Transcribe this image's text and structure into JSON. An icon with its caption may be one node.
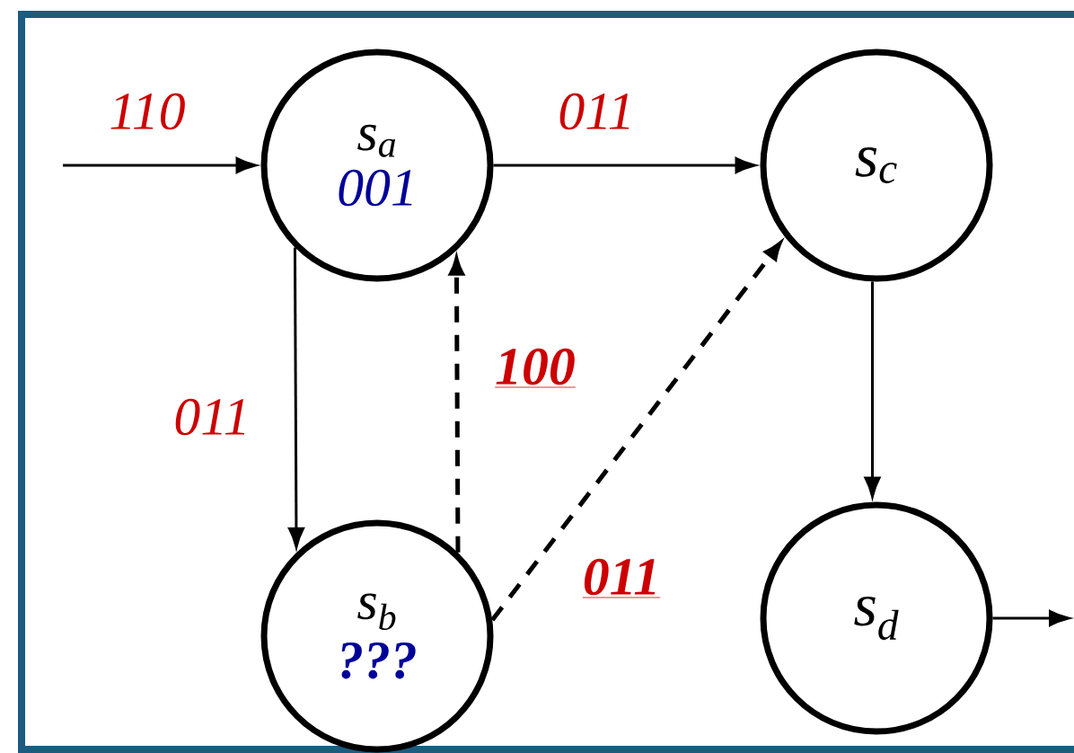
{
  "diagram": {
    "nodes": [
      {
        "text": [
          "s$_{a}$",
          "001"
        ]
      },
      {
        "text": [
          "s$_{c}$"
        ]
      },
      {
        "text": [
          "s$_{b}$",
          "???"
        ]
      },
      {
        "text": [
          "s$_{d}$"
        ]
      }
    ],
    "edges": [
      {
        "from": null,
        "to": 0,
        "arrow": "to",
        "label": "110"
      },
      {
        "from": 0,
        "to": 1,
        "arrow": "to",
        "label": "011"
      },
      {
        "from": 0,
        "to": 2,
        "arrow": "to",
        "label": "011"
      },
      {
        "from": 2,
        "to": 0,
        "arrow": "to",
        "label": "100",
        "style": "dashed"
      },
      {
        "from": 2,
        "to": 1,
        "arrow": "to",
        "label": "011",
        "style": "dashed"
      },
      {
        "from": 1,
        "to": 3,
        "arrow": "to"
      },
      {
        "from": 3,
        "to": null,
        "arrow": "to"
      }
    ]
  }
}
